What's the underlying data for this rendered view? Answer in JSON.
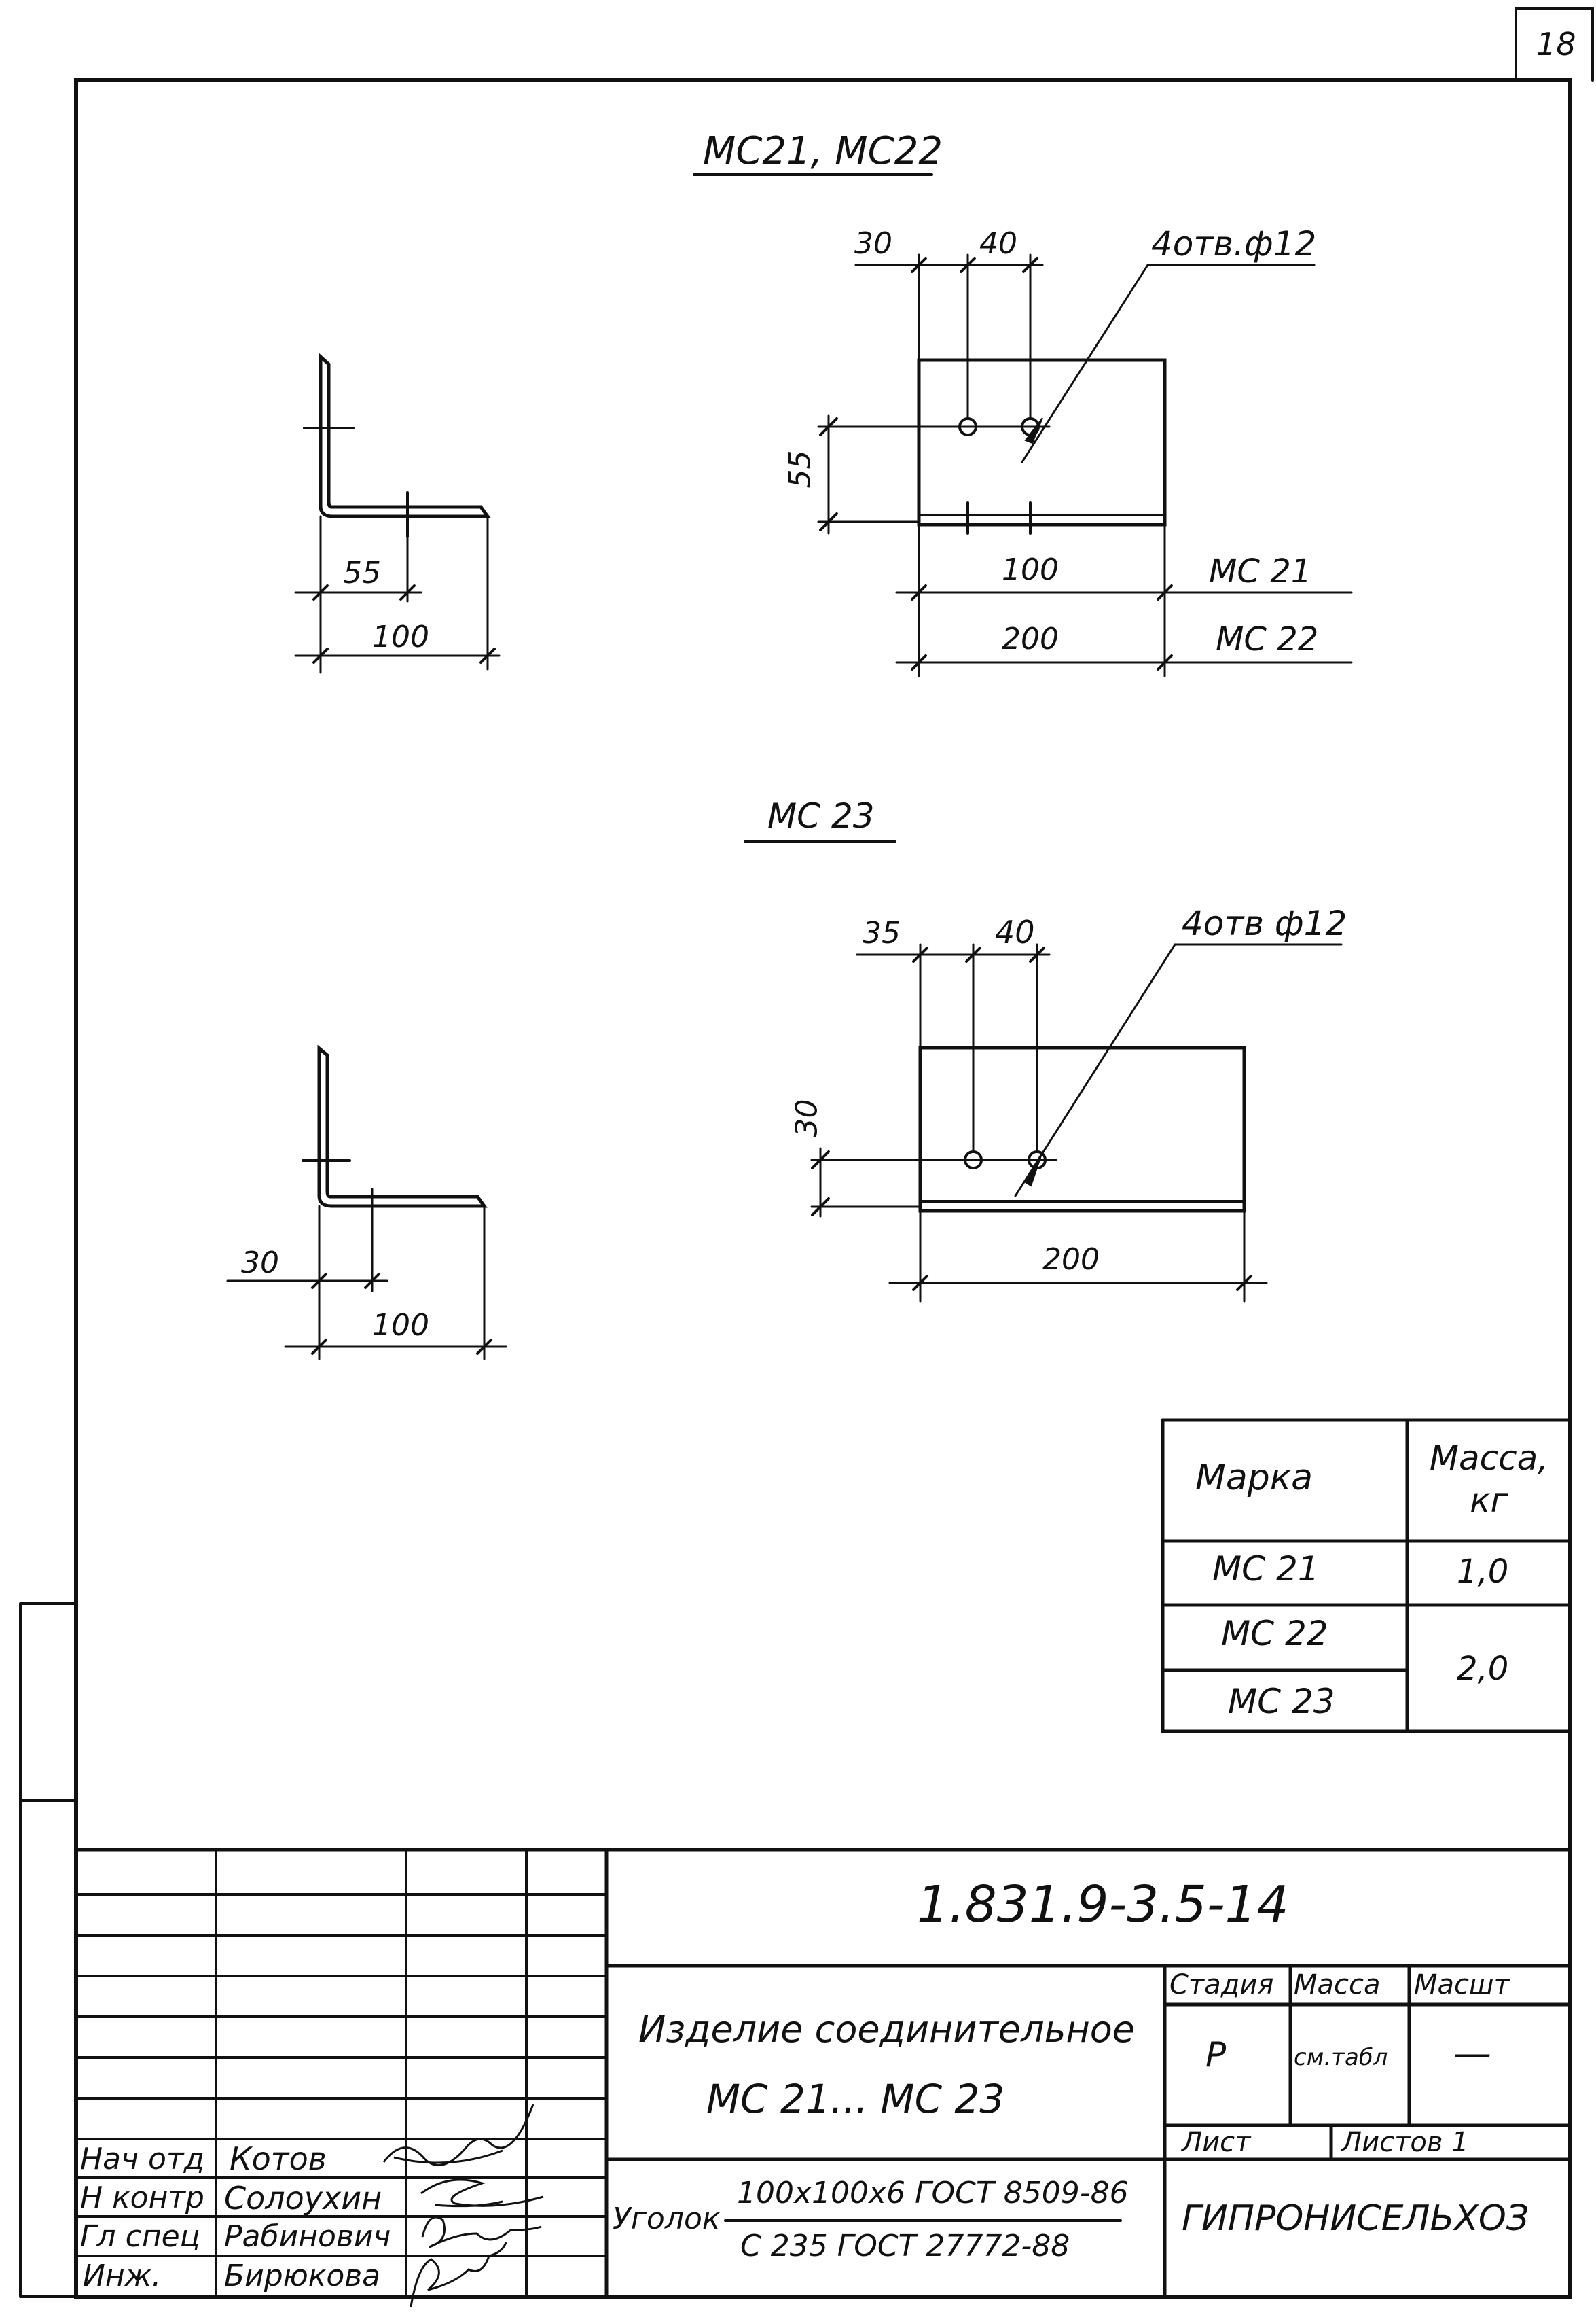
{
  "sheet_number": "18",
  "drawing_mc21_22": {
    "title": "МС21, МС22",
    "profile_dims": {
      "inner": "55",
      "total": "100"
    },
    "plan_dims": {
      "left": "30",
      "spacing": "40",
      "vertical": "55",
      "len_mc21": "100",
      "len_mc22": "200"
    },
    "holes_note": "4отв.ф12",
    "mark_mc21": "МС 21",
    "mark_mc22": "МС 22"
  },
  "drawing_mc23": {
    "title": "МС 23",
    "profile_dims": {
      "inner": "30",
      "total": "100"
    },
    "plan_dims": {
      "left": "35",
      "spacing": "40",
      "vertical": "30",
      "length": "200"
    },
    "holes_note": "4отв ф12"
  },
  "mass_table": {
    "header_mark": "Марка",
    "header_mass": "Масса, кг",
    "rows": [
      {
        "mark": "МС 21",
        "mass": "1,0"
      },
      {
        "mark": "МС 22",
        "mass": "2,0"
      },
      {
        "mark": "МС 23",
        "mass": ""
      }
    ]
  },
  "title_block": {
    "doc_code": "1.831.9-3.5-14",
    "product_name_line1": "Изделие соединительное",
    "product_name_line2": "МС 21... МС 23",
    "stage_label": "Стадия",
    "mass_label": "Масса",
    "scale_label": "Масшт",
    "stage_value": "Р",
    "mass_value": "см.табл",
    "scale_value": "—",
    "sheet_label": "Лист",
    "sheets_label": "Листов 1",
    "material_prefix": "Уголок",
    "material_numerator": "100х100х6 ГОСТ 8509-86",
    "material_denominator": "С 235 ГОСТ 27772-88",
    "organization": "ГИПРОНИСЕЛЬХОЗ",
    "signatures": [
      {
        "role": "Нач отд",
        "name": "Котов"
      },
      {
        "role": "Н контр",
        "name": "Солоухин"
      },
      {
        "role": "Гл спец",
        "name": "Рабинович"
      },
      {
        "role": "Инж.",
        "name": "Бирюкова"
      }
    ]
  }
}
